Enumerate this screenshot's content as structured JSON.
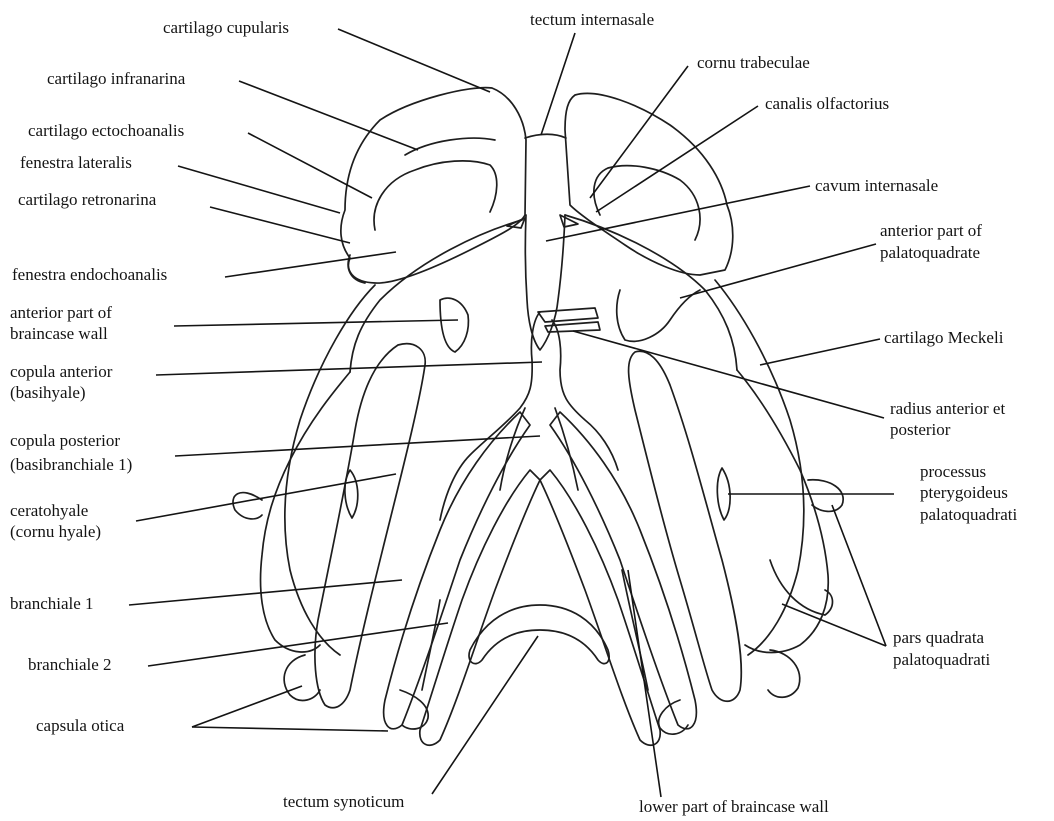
{
  "labels": {
    "cartilago_cupularis": "cartilago cupularis",
    "cartilago_infranarina": "cartilago infranarina",
    "cartilago_ectochoanalis": "cartilago ectochoanalis",
    "fenestra_lateralis": "fenestra lateralis",
    "cartilago_retronarina": "cartilago retronarina",
    "fenestra_endochoanalis": "fenestra endochoanalis",
    "anterior_braincase_wall_l1": "anterior part of",
    "anterior_braincase_wall_l2": "braincase wall",
    "copula_anterior_l1": "copula anterior",
    "copula_anterior_l2": "(basihyale)",
    "copula_posterior_l1": "copula posterior",
    "copula_posterior_l2": "(basibranchiale 1)",
    "ceratohyale_l1": "ceratohyale",
    "ceratohyale_l2": "(cornu hyale)",
    "branchiale_1": "branchiale 1",
    "branchiale_2": "branchiale 2",
    "capsula_otica": "capsula otica",
    "tectum_synoticum": "tectum synoticum",
    "lower_braincase_wall": "lower part of braincase wall",
    "tectum_internasale": "tectum internasale",
    "cornu_trabeculae": "cornu trabeculae",
    "canalis_olfactorius": "canalis olfactorius",
    "cavum_internasale": "cavum internasale",
    "anterior_palatoquadrate_l1": "anterior part of",
    "anterior_palatoquadrate_l2": "palatoquadrate",
    "cartilago_meckeli": "cartilago Meckeli",
    "radius_l1": "radius anterior et",
    "radius_l2": "posterior",
    "processus_l1": "processus",
    "processus_l2": "pterygoideus",
    "processus_l3": "palatoquadrati",
    "pars_quadrata_l1": "pars quadrata",
    "pars_quadrata_l2": "palatoquadrati"
  },
  "colors": {
    "ink": "#1e1e1e",
    "background": "#ffffff"
  }
}
